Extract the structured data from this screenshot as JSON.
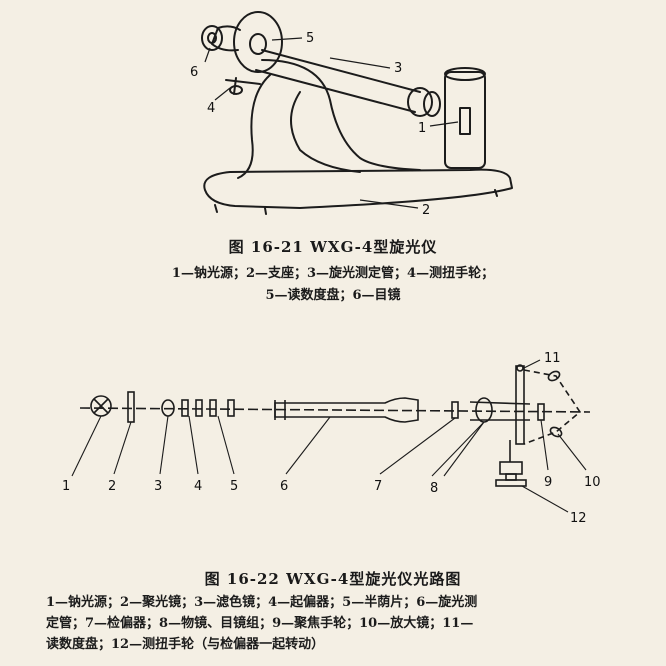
{
  "figure1": {
    "caption_title": "图 16-21  WXG-4型旋光仪",
    "legend_line1": "1—钠光源；2—支座；3—旋光测定管；4—测扭手轮；",
    "legend_line2": "5—读数度盘；6—目镜",
    "callouts": [
      "1",
      "2",
      "3",
      "4",
      "5",
      "6"
    ]
  },
  "figure2": {
    "caption_title": "图 16-22  WXG-4型旋光仪光路图",
    "legend_line1": "1—钠光源；2—聚光镜；3—滤色镜；4—起偏器；5—半荫片；6—旋光测",
    "legend_line2": "定管；7—检偏器；8—物镜、目镜组；9—聚焦手轮；10—放大镜；11—",
    "legend_line3": "读数度盘；12—测扭手轮（与检偏器一起转动）",
    "callouts": [
      "1",
      "2",
      "3",
      "4",
      "5",
      "6",
      "7",
      "8",
      "9",
      "10",
      "11",
      "12"
    ]
  },
  "colors": {
    "ink": "#1c1c1c",
    "paper": "#f4efe4"
  }
}
